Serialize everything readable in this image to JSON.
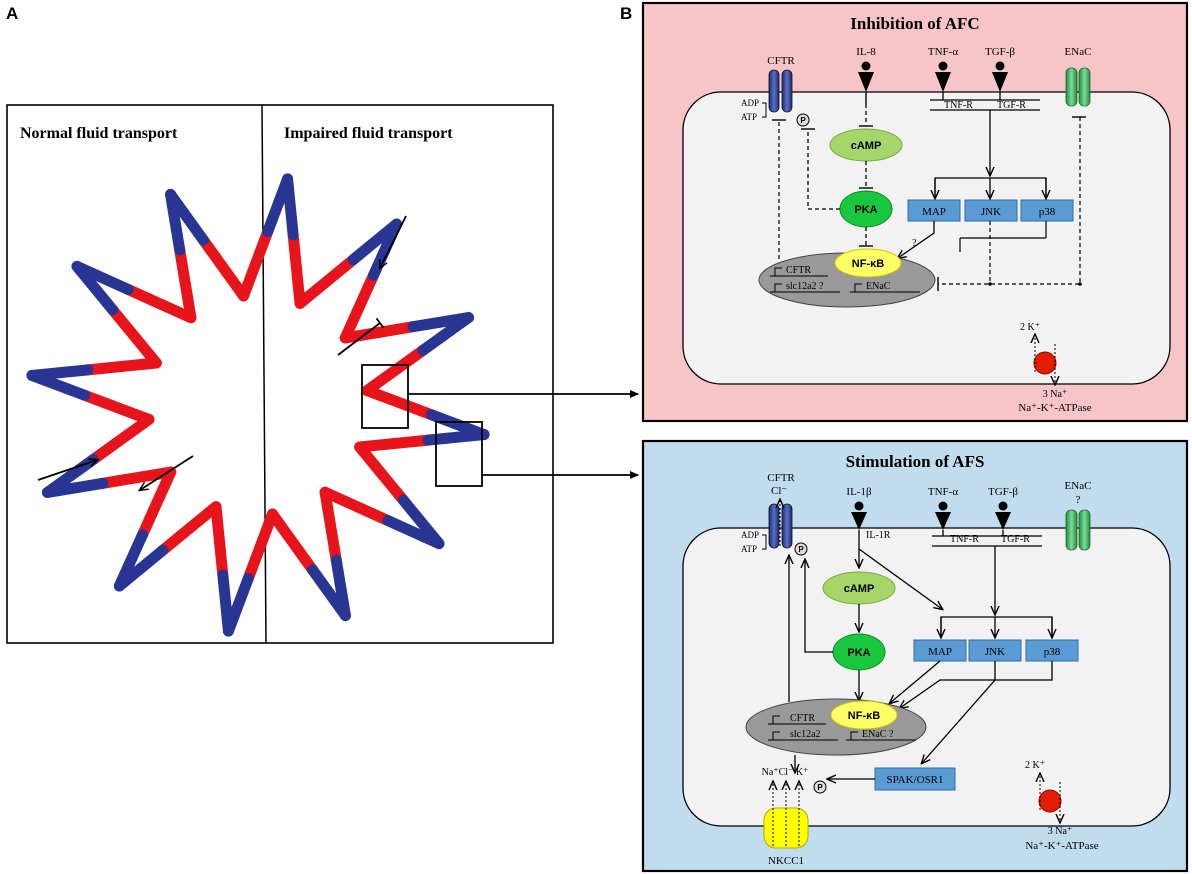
{
  "panel_labels": {
    "a": "A",
    "b": "B"
  },
  "panel_a": {
    "left_title": "Normal fluid transport",
    "right_title": "Impaired fluid transport"
  },
  "colors": {
    "red": "#e8141b",
    "blue": "#283592",
    "pink_panel": "#f7c5c8",
    "blue_panel": "#c0dcee",
    "cell": "#f2f2f2",
    "camp": "#a6d66a",
    "pka": "#18c73d",
    "nfkb": "#ffff66",
    "kinase": "#5b9bd5",
    "pump": "#e51d00",
    "nkcc1": "#ffff00",
    "enac": "#2bab4a"
  },
  "afc": {
    "title": "Inhibition of AFC",
    "cftr": "CFTR",
    "il": "IL-8",
    "tnfa": "TNF-α",
    "tgfb": "TGF-β",
    "enac": "ENaC",
    "tnfr": "TNF-R",
    "tgfr": "TGF-R",
    "adp": "ADP",
    "atp": "ATP",
    "p": "P",
    "camp": "cAMP",
    "pka": "PKA",
    "map": "MAP",
    "jnk": "JNK",
    "p38": "p38",
    "nfkb": "NF-κB",
    "q": "?",
    "gene_cftr": "CFTR",
    "gene_slc": "slc12a2 ?",
    "gene_enac": "ENaC",
    "k": "2 K⁺",
    "na": "3 Na⁺",
    "pump": "Na⁺-K⁺-ATPase"
  },
  "afs": {
    "title": "Stimulation of AFS",
    "cftr": "CFTR",
    "cl": "Cl⁻",
    "il": "IL-1β",
    "ilr": "IL-1R",
    "tnfa": "TNF-α",
    "tgfb": "TGF-β",
    "enac": "ENaC",
    "enac_q": "?",
    "tnfr": "TNF-R",
    "tgfr": "TGF-R",
    "adp": "ADP",
    "atp": "ATP",
    "p": "P",
    "p2": "P",
    "camp": "cAMP",
    "pka": "PKA",
    "map": "MAP",
    "jnk": "JNK",
    "p38": "p38",
    "nfkb": "NF-κB",
    "gene_cftr": "CFTR",
    "gene_slc": "slc12a2",
    "gene_enac": "ENaC ?",
    "spak": "SPAK/OSR1",
    "ions": "Na⁺Cl⁻ K⁺",
    "nkcc1": "NKCC1",
    "k": "2 K⁺",
    "na": "3 Na⁺",
    "pump": "Na⁺-K⁺-ATPase"
  }
}
